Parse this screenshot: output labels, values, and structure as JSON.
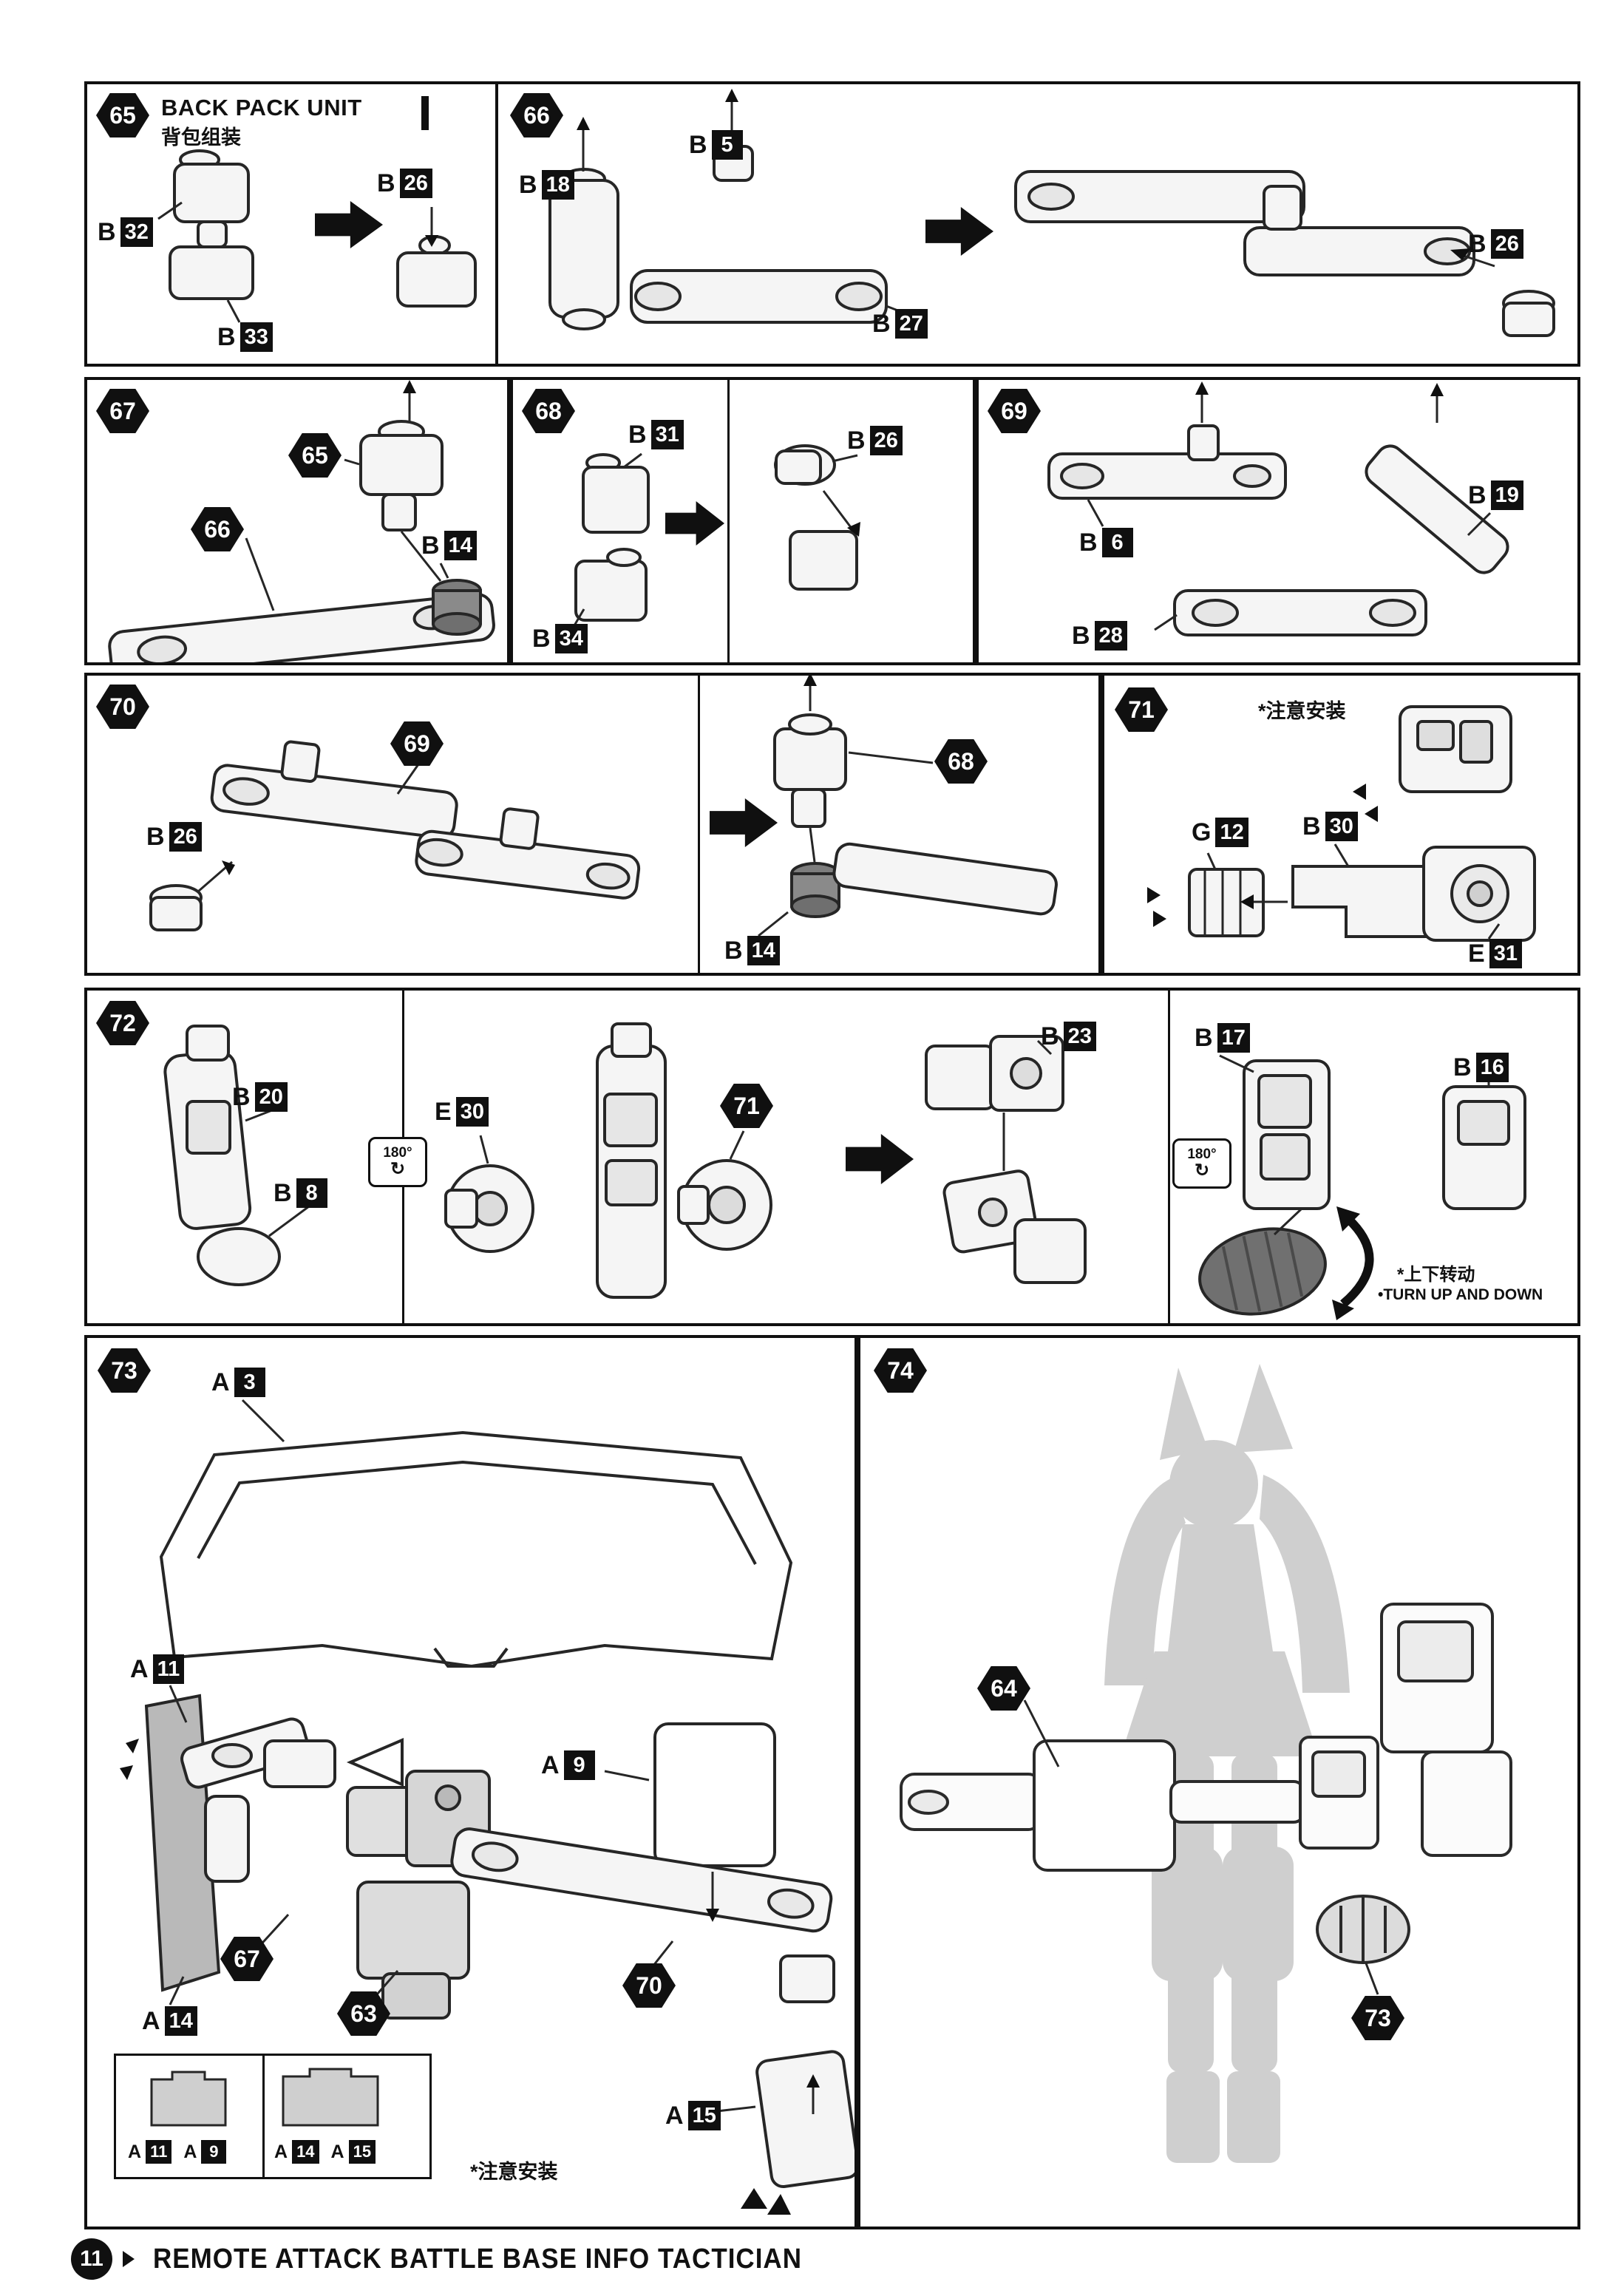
{
  "page": {
    "number": "11",
    "footer_title": "REMOTE ATTACK BATTLE BASE INFO TACTICIAN"
  },
  "icons": {
    "rotate_label": "180°",
    "rotate_arrow": "↻"
  },
  "steps": {
    "s65": {
      "num": "65",
      "title": "BACK PACK UNIT",
      "subtitle": "背包组装",
      "parts": {
        "b32": {
          "letter": "B",
          "num": "32"
        },
        "b33": {
          "letter": "B",
          "num": "33"
        },
        "b26": {
          "letter": "B",
          "num": "26"
        }
      }
    },
    "s66": {
      "num": "66",
      "parts": {
        "b18": {
          "letter": "B",
          "num": "18"
        },
        "b5": {
          "letter": "B",
          "num": "5"
        },
        "b27": {
          "letter": "B",
          "num": "27"
        },
        "b26": {
          "letter": "B",
          "num": "26"
        }
      }
    },
    "s67": {
      "num": "67",
      "refs": {
        "r65": "65",
        "r66": "66"
      },
      "parts": {
        "b14": {
          "letter": "B",
          "num": "14"
        }
      }
    },
    "s68": {
      "num": "68",
      "parts": {
        "b31": {
          "letter": "B",
          "num": "31"
        },
        "b34": {
          "letter": "B",
          "num": "34"
        },
        "b26": {
          "letter": "B",
          "num": "26"
        }
      }
    },
    "s69": {
      "num": "69",
      "parts": {
        "b6": {
          "letter": "B",
          "num": "6"
        },
        "b19": {
          "letter": "B",
          "num": "19"
        },
        "b28": {
          "letter": "B",
          "num": "28"
        }
      }
    },
    "s70": {
      "num": "70",
      "refs": {
        "r69": "69",
        "r68": "68"
      },
      "parts": {
        "b26": {
          "letter": "B",
          "num": "26"
        },
        "b14": {
          "letter": "B",
          "num": "14"
        }
      }
    },
    "s71": {
      "num": "71",
      "note": "*注意安装",
      "parts": {
        "g12": {
          "letter": "G",
          "num": "12"
        },
        "b30": {
          "letter": "B",
          "num": "30"
        },
        "e31": {
          "letter": "E",
          "num": "31"
        }
      }
    },
    "s72": {
      "num": "72",
      "refs": {
        "r71": "71"
      },
      "parts": {
        "b20": {
          "letter": "B",
          "num": "20"
        },
        "b8": {
          "letter": "B",
          "num": "8"
        },
        "e30": {
          "letter": "E",
          "num": "30"
        },
        "b23": {
          "letter": "B",
          "num": "23"
        },
        "b17": {
          "letter": "B",
          "num": "17"
        },
        "b16": {
          "letter": "B",
          "num": "16"
        }
      },
      "turn_note_cn": "*上下转动",
      "turn_note_en": "•TURN UP AND DOWN"
    },
    "s73": {
      "num": "73",
      "refs": {
        "r67": "67",
        "r70": "70",
        "r63": "63"
      },
      "note": "*注意安装",
      "parts": {
        "a3": {
          "letter": "A",
          "num": "3"
        },
        "a11": {
          "letter": "A",
          "num": "11"
        },
        "a9": {
          "letter": "A",
          "num": "9"
        },
        "a14": {
          "letter": "A",
          "num": "14"
        },
        "a15": {
          "letter": "A",
          "num": "15"
        }
      },
      "inset": {
        "left": {
          "l1": "A",
          "n1": "11",
          "l2": "A",
          "n2": "9"
        },
        "right": {
          "l1": "A",
          "n1": "14",
          "l2": "A",
          "n2": "15"
        }
      }
    },
    "s74": {
      "num": "74",
      "refs": {
        "r64": "64",
        "r73": "73"
      }
    }
  }
}
